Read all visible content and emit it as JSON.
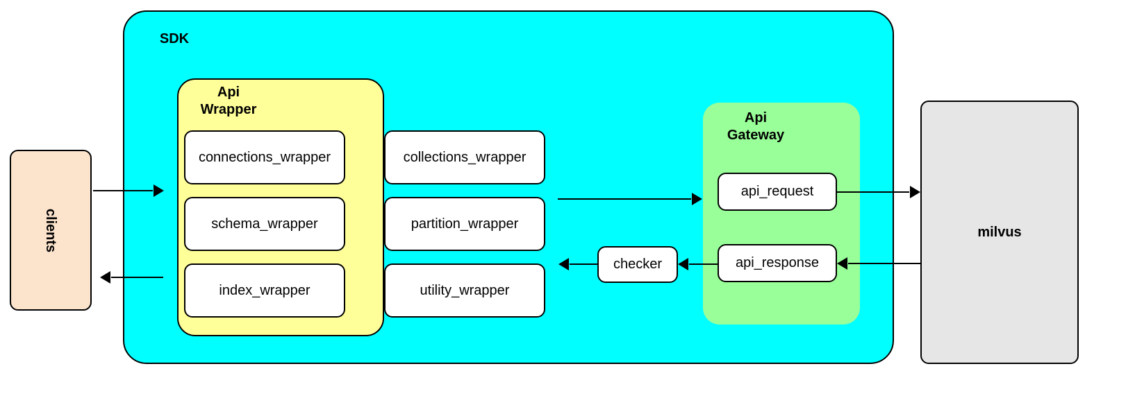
{
  "diagram": {
    "title": "SDK architecture diagram",
    "colors": {
      "sdk": "#00ffff",
      "api_wrapper": "#ffff99",
      "api_gateway": "#99ff99",
      "clients": "#fce3cc",
      "milvus": "#e6e6e6",
      "node": "#ffffff",
      "stroke": "#000000"
    },
    "actors": {
      "clients": {
        "label": "clients"
      },
      "milvus": {
        "label": "milvus"
      }
    },
    "containers": {
      "sdk": {
        "label": "SDK"
      },
      "api_wrapper": {
        "label": "Api\nWrapper"
      },
      "api_gateway": {
        "label": "Api\nGateway"
      }
    },
    "api_wrapper_nodes": [
      {
        "label": "connections_wrapper"
      },
      {
        "label": "collections_wrapper"
      },
      {
        "label": "schema_wrapper"
      },
      {
        "label": "partition_wrapper"
      },
      {
        "label": "index_wrapper"
      },
      {
        "label": "utility_wrapper"
      }
    ],
    "api_gateway_nodes": [
      {
        "label": "api_request"
      },
      {
        "label": "api_response"
      }
    ],
    "checker": {
      "label": "checker"
    },
    "edges": [
      {
        "name": "clients-to-sdk",
        "from": "clients",
        "to": "api_wrapper",
        "direction": "right"
      },
      {
        "name": "api-wrapper-to-api-gateway",
        "from": "api_wrapper",
        "to": "api_request",
        "direction": "right"
      },
      {
        "name": "api-request-to-milvus",
        "from": "api_request",
        "to": "milvus",
        "direction": "right"
      },
      {
        "name": "milvus-to-api-response",
        "from": "milvus",
        "to": "api_response",
        "direction": "left"
      },
      {
        "name": "api-response-to-checker",
        "from": "api_response",
        "to": "checker",
        "direction": "left"
      },
      {
        "name": "checker-to-api-wrapper",
        "from": "checker",
        "to": "api_wrapper",
        "direction": "left"
      },
      {
        "name": "sdk-to-clients",
        "from": "api_wrapper",
        "to": "clients",
        "direction": "left"
      }
    ]
  }
}
